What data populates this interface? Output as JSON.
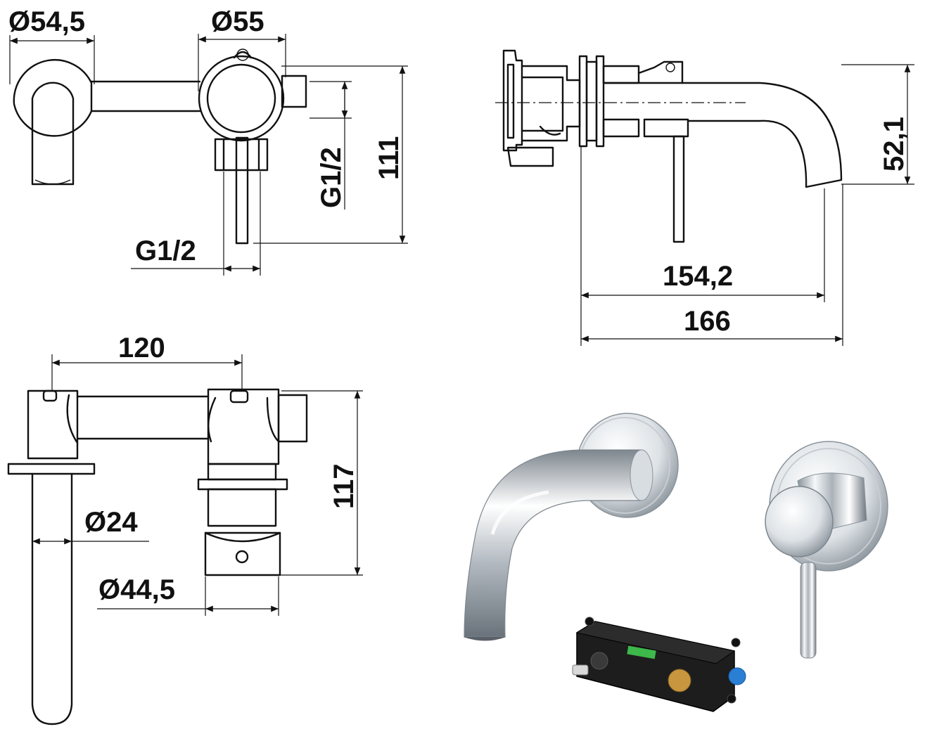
{
  "dimensions": {
    "top_left": {
      "spout_rosette_diameter": "Ø54,5",
      "mixer_rosette_diameter": "Ø55",
      "inlet_thread_side": "G1/2",
      "inlet_thread_bottom": "G1/2",
      "height": "111"
    },
    "top_right": {
      "spout_drop": "52,1",
      "spout_projection": "154,2",
      "overall_projection": "166"
    },
    "bottom_left": {
      "center_distance": "120",
      "body_height": "117",
      "spout_diameter": "Ø24",
      "cartridge_diameter": "Ø44,5"
    }
  },
  "colors": {
    "line": "#111111",
    "chrome_light": "#f4f6f8",
    "chrome_dark": "#7d868e",
    "box_body": "#1a1a1a",
    "brass": "#c8963e",
    "blue_cap": "#2a7fd4",
    "level_green": "#3db84a"
  }
}
